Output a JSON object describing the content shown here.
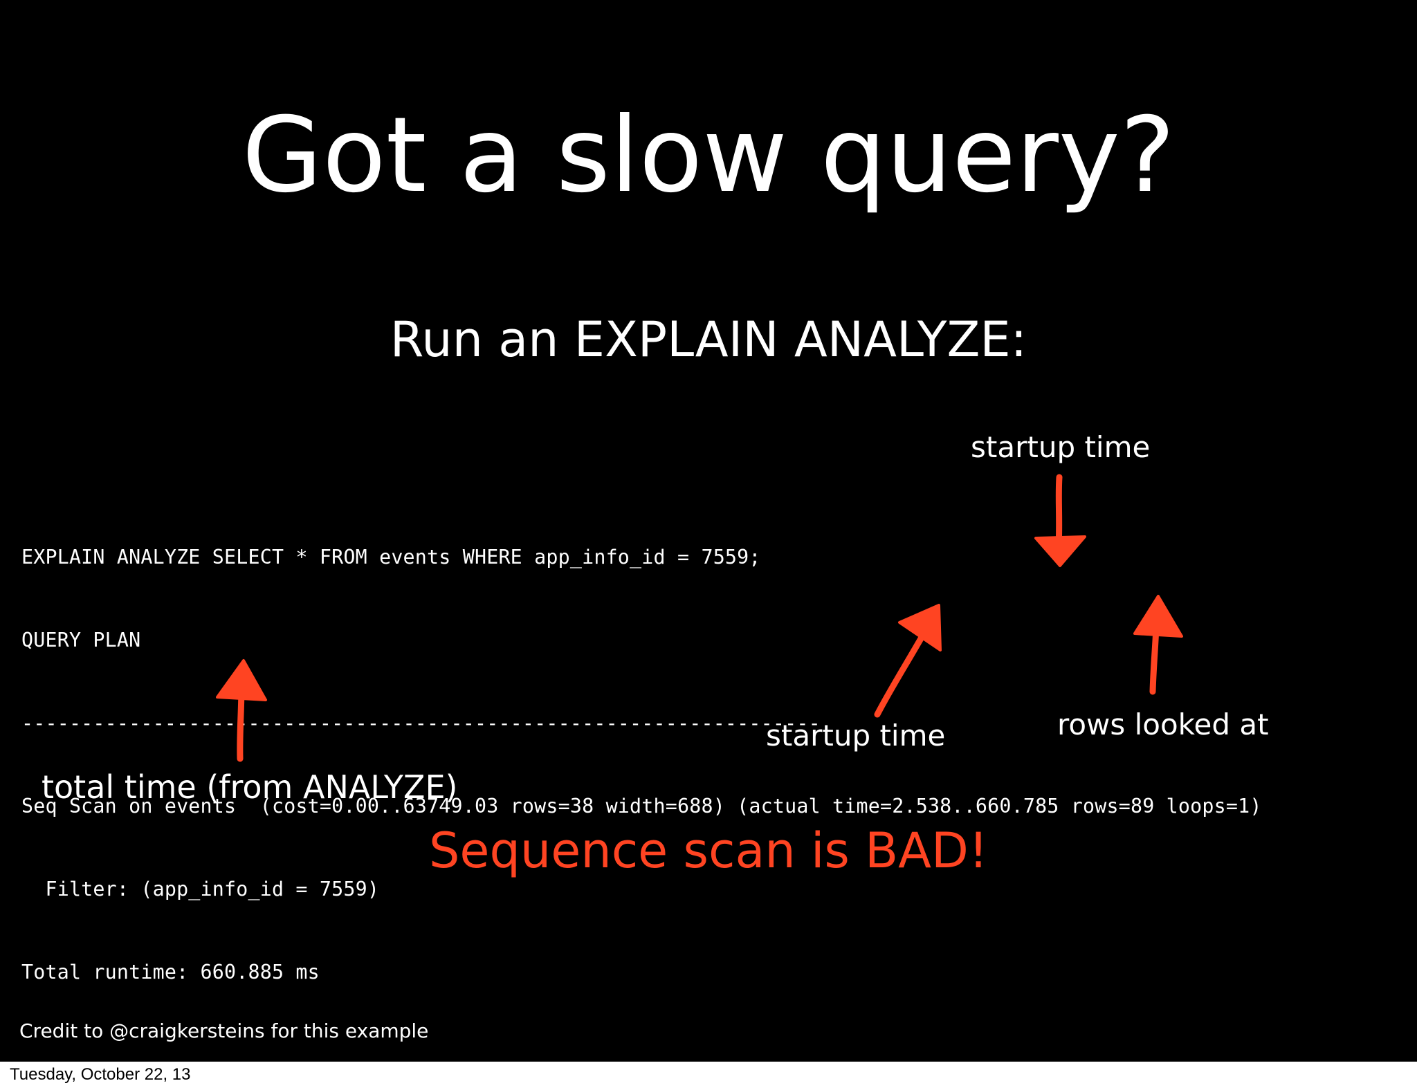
{
  "slide": {
    "title": "Got a slow query?",
    "subtitle": "Run an EXPLAIN ANALYZE:",
    "code_lines": [
      "EXPLAIN ANALYZE SELECT * FROM events WHERE app_info_id = 7559;",
      "QUERY PLAN",
      "-------------------------------------------------------------------",
      "Seq Scan on events  (cost=0.00..63749.03 rows=38 width=688) (actual time=2.538..660.785 rows=89 loops=1)",
      "  Filter: (app_info_id = 7559)",
      "Total runtime: 660.885 ms"
    ],
    "annotations": {
      "startup_top": "startup time",
      "startup_bottom": "startup time",
      "rows": "rows looked at",
      "total": "total time (from ANALYZE)"
    },
    "warning": "Sequence scan is BAD!",
    "credit": "Credit to @craigkersteins for this example"
  },
  "footer": {
    "date": "Tuesday, October 22, 13"
  },
  "colors": {
    "background": "#000000",
    "text": "#ffffff",
    "accent": "#ff4422"
  }
}
